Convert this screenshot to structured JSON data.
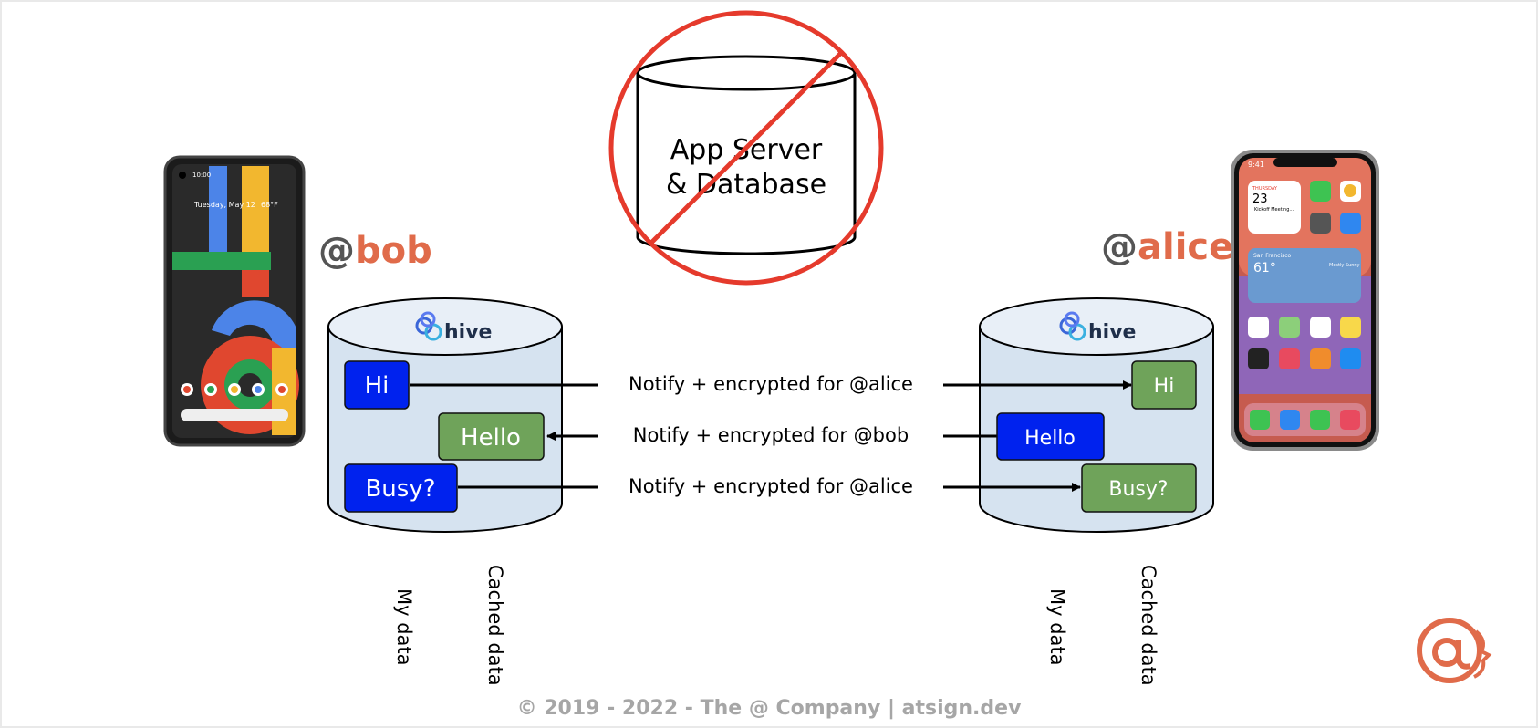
{
  "server": {
    "line1": "App Server",
    "line2": "& Database"
  },
  "bob": {
    "handle_at": "@",
    "handle_name": "bob",
    "hive_label": "hive",
    "messages": {
      "hi": "Hi",
      "hello": "Hello",
      "busy": "Busy?"
    },
    "column_my_data": "My data",
    "column_cached_data": "Cached data",
    "phone_time": "10:00",
    "phone_date": "Tuesday, May 12",
    "phone_temp": "68°F"
  },
  "alice": {
    "handle_at": "@",
    "handle_name": "alice",
    "hive_label": "hive",
    "messages": {
      "hi": "Hi",
      "hello": "Hello",
      "busy": "Busy?"
    },
    "column_my_data": "My data",
    "column_cached_data": "Cached data",
    "phone_time": "9:41",
    "widget_day": "THURSDAY",
    "widget_date": "23",
    "widget_event": "Kickoff Meeting...",
    "weather_city": "San Francisco",
    "weather_temp": "61°",
    "weather_desc": "Mostly Sunny"
  },
  "notifications": [
    "Notify + encrypted for @alice",
    "Notify + encrypted for @bob",
    "Notify + encrypted for @alice"
  ],
  "footer": "© 2019 - 2022 - The @ Company | atsign.dev",
  "colors": {
    "blue_box": "#0022ee",
    "green_box": "#6fa35a",
    "cylinder_fill": "#d6e3f0",
    "no_sign": "#e53a2c",
    "brand_orange": "#e06b4a",
    "handle_gray": "#555555"
  }
}
